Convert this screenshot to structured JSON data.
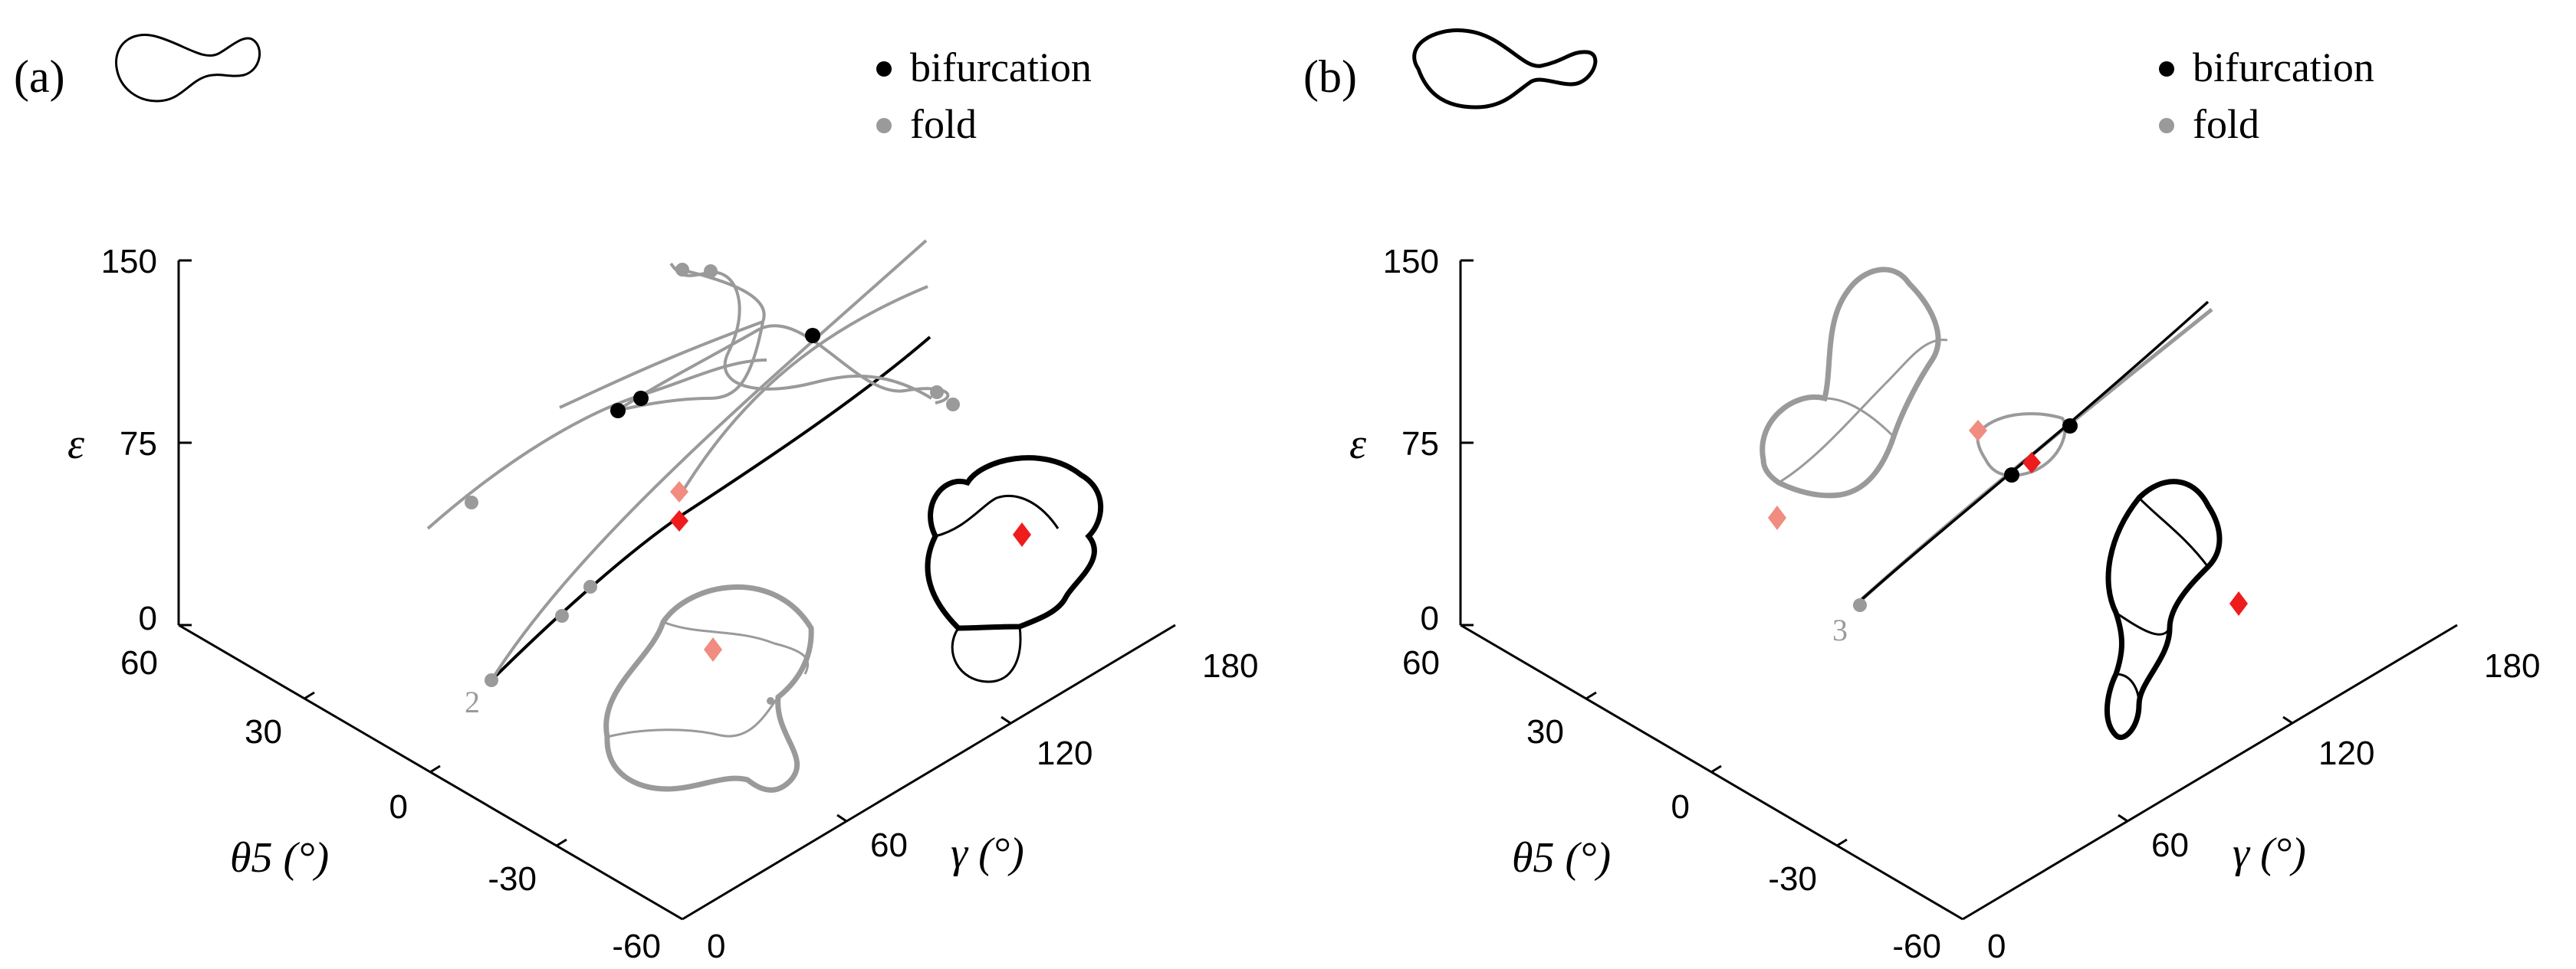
{
  "panels": [
    {
      "id": "a",
      "label": "(a)",
      "legend": [
        {
          "text": "bifurcation",
          "color": "#000000"
        },
        {
          "text": "fold",
          "color": "#9a9a9a"
        }
      ],
      "axes": {
        "z_label": "ε",
        "z_ticks": [
          "150",
          "75",
          "0"
        ],
        "theta_label": "θ5 (°)",
        "theta_ticks": [
          "60",
          "30",
          "0",
          "-30",
          "-60"
        ],
        "gamma_label": "γ (°)",
        "gamma_ticks": [
          "0",
          "60",
          "120",
          "180"
        ]
      },
      "branch_label": "2"
    },
    {
      "id": "b",
      "label": "(b)",
      "legend": [
        {
          "text": "bifurcation",
          "color": "#000000"
        },
        {
          "text": "fold",
          "color": "#9a9a9a"
        }
      ],
      "axes": {
        "z_label": "ε",
        "z_ticks": [
          "150",
          "75",
          "0"
        ],
        "theta_label": "θ5 (°)",
        "theta_ticks": [
          "60",
          "30",
          "0",
          "-30",
          "-60"
        ],
        "gamma_label": "γ (°)",
        "gamma_ticks": [
          "0",
          "60",
          "120",
          "180"
        ]
      },
      "branch_label": "3"
    }
  ],
  "chart_data": [
    {
      "type": "line",
      "panel": "a",
      "title": "",
      "zlabel": "ε",
      "xlabel": "θ5 (°)",
      "ylabel": "γ (°)",
      "zlim": [
        0,
        150
      ],
      "theta_lim": [
        -60,
        60
      ],
      "gamma_lim": [
        0,
        180
      ],
      "series": [
        {
          "role": "primary branch",
          "color": "#000000"
        },
        {
          "role": "secondary branches",
          "color": "#9a9a9a"
        }
      ],
      "marker_types": [
        "bifurcation",
        "fold"
      ],
      "highlight_color": "#ee1c1c",
      "highlight_light_color": "#f08c80"
    },
    {
      "type": "line",
      "panel": "b",
      "title": "",
      "zlabel": "ε",
      "xlabel": "θ5 (°)",
      "ylabel": "γ (°)",
      "zlim": [
        0,
        150
      ],
      "theta_lim": [
        -60,
        60
      ],
      "gamma_lim": [
        0,
        180
      ],
      "series": [
        {
          "role": "primary branch",
          "color": "#000000"
        },
        {
          "role": "secondary branches",
          "color": "#9a9a9a"
        }
      ],
      "marker_types": [
        "bifurcation",
        "fold"
      ],
      "highlight_color": "#ee1c1c",
      "highlight_light_color": "#f08c80"
    }
  ]
}
